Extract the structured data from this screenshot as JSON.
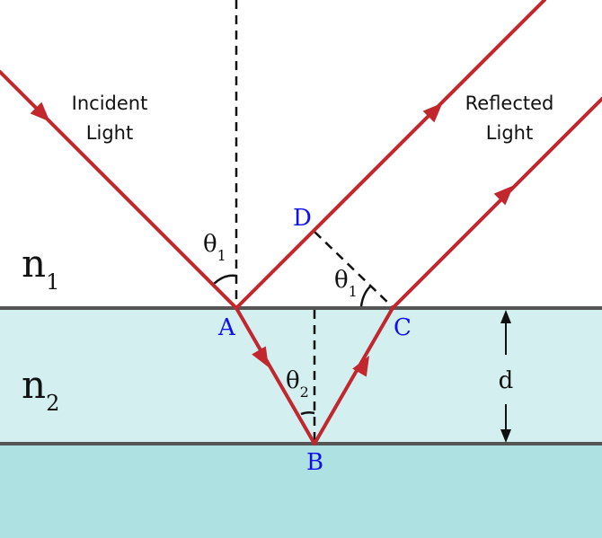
{
  "labels": {
    "incident": [
      "Incident",
      "Light"
    ],
    "reflected": [
      "Reflected",
      "Light"
    ],
    "n1": {
      "base": "n",
      "sub": "1"
    },
    "n2": {
      "base": "n",
      "sub": "2"
    },
    "theta1": {
      "base": "θ",
      "sub": "1"
    },
    "theta2": {
      "base": "θ",
      "sub": "2"
    },
    "points": {
      "A": "A",
      "B": "B",
      "C": "C",
      "D": "D"
    },
    "thickness": "d"
  },
  "colors": {
    "ray": "#c1272d",
    "medium2": "#d3eff0",
    "substrate": "#aee1e2",
    "interface": "#555555",
    "point_label": "#1010ee"
  }
}
